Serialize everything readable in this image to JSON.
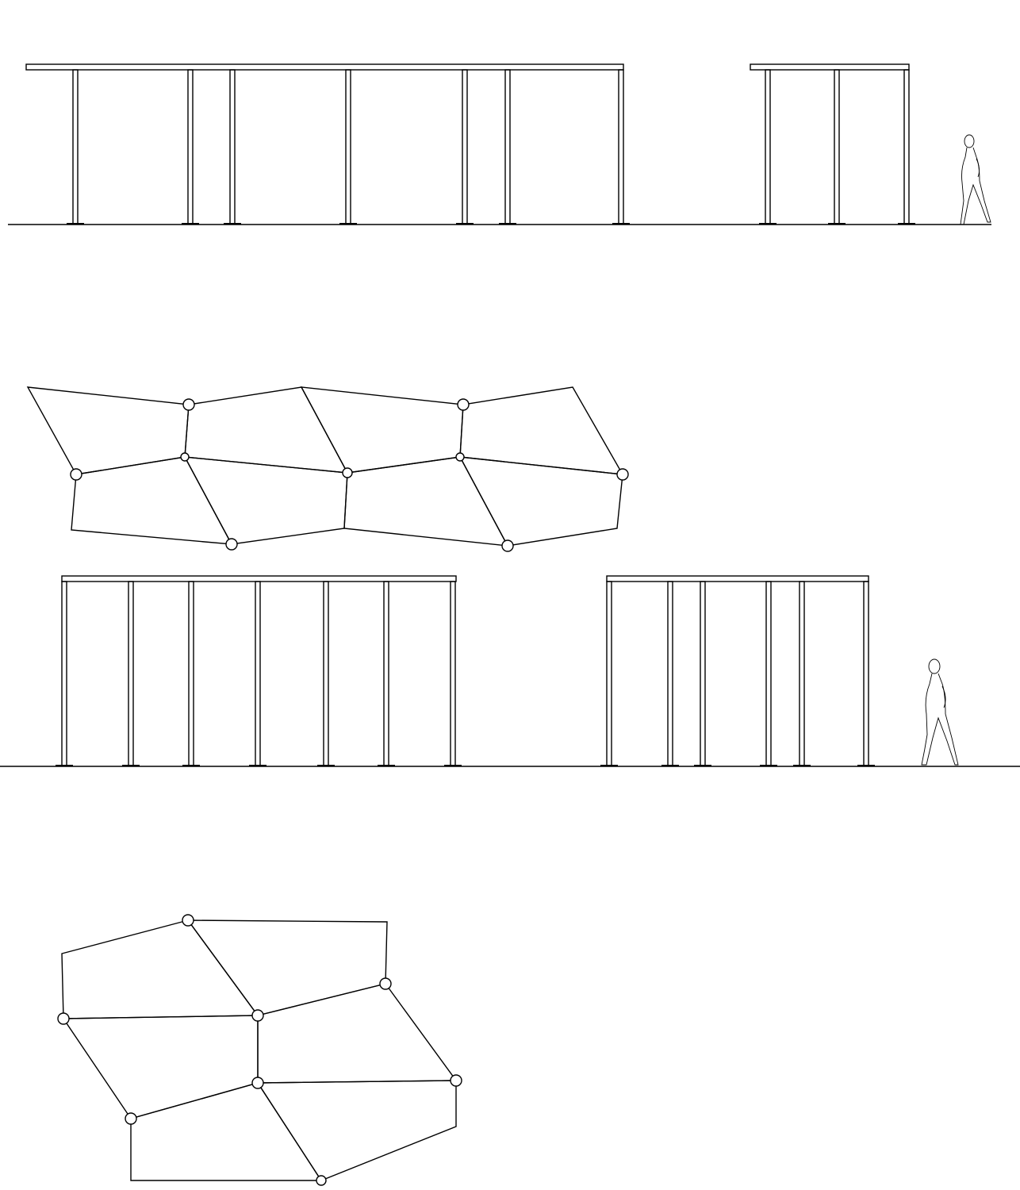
{
  "drawing": {
    "colors": {
      "line": "#000000",
      "background": "#ffffff"
    },
    "views": [
      "elevation-1",
      "roof-plan-1",
      "elevation-2",
      "roof-plan-2"
    ]
  }
}
